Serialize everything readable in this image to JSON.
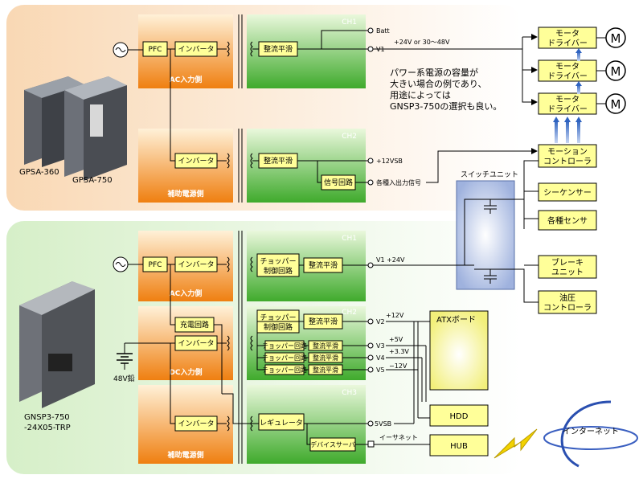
{
  "products": {
    "gpsa360": "GPSA-360",
    "gpsa750": "GPSA-750",
    "gnsp_line1": "GNSP3-750",
    "gnsp_line2": "-24X05-TRP"
  },
  "sections": {
    "ac_input": "AC入力側",
    "aux_power": "補助電源側",
    "dc_input": "DC入力側"
  },
  "channels": {
    "ch1": "CH1",
    "ch2": "CH2",
    "ch3": "CH3"
  },
  "blocks": {
    "pfc": "PFC",
    "inverter": "インバータ",
    "rectifier": "整流平滑",
    "signal_circuit": "信号回路",
    "chopper_control_l1": "チョッパー",
    "chopper_control_l2": "制御回路",
    "charge_circuit": "充電回路",
    "chopper_circuit": "チョッパー回路",
    "regulator": "レギュレータ",
    "device_server": "デバイスサーバ",
    "battery": "48V鉛"
  },
  "outputs_top": {
    "batt": "Batt",
    "v1": "V1",
    "v1_voltage": "+24V or 30～48V",
    "vsb": "+12VSB",
    "io_signal": "各種入出力信号"
  },
  "outputs_bottom": {
    "v1": "V1 +24V",
    "v2": "V2",
    "v2_voltage": "+12V",
    "v3": "V3",
    "v3_voltage": "+5V",
    "v4": "V4",
    "v4_voltage": "+3.3V",
    "v5": "V5",
    "v5_voltage": "−12V",
    "vsb": "5VSB",
    "ethernet": "イーサネット"
  },
  "devices": {
    "motor_driver_l1": "モータ",
    "motor_driver_l2": "ドライバー",
    "motor": "M",
    "motion_l1": "モーション",
    "motion_l2": "コントローラ",
    "switch_unit": "スイッチユニット",
    "sequencer": "シーケンサー",
    "sensors": "各種センサ",
    "brake_l1": "ブレーキ",
    "brake_l2": "ユニット",
    "hydraulic_l1": "油圧",
    "hydraulic_l2": "コントローラ",
    "atx": "ATXボード",
    "hdd": "HDD",
    "hub": "HUB",
    "internet": "インターネット"
  },
  "note": {
    "line1": "パワー系電源の容量が",
    "line2": "大きい場合の例であり、",
    "line3": "用途によっては",
    "line4": "GNSP3-750の選択も良い。"
  },
  "colors": {
    "orange": "#f08a1c",
    "green": "#5ab83a",
    "yellow_box": "#ffff99",
    "peach_panel": "#fde8d2",
    "mint_panel": "#e6f4de",
    "switch_blue": "#b8c8e8",
    "arrow_blue": "#4a7cc8"
  }
}
